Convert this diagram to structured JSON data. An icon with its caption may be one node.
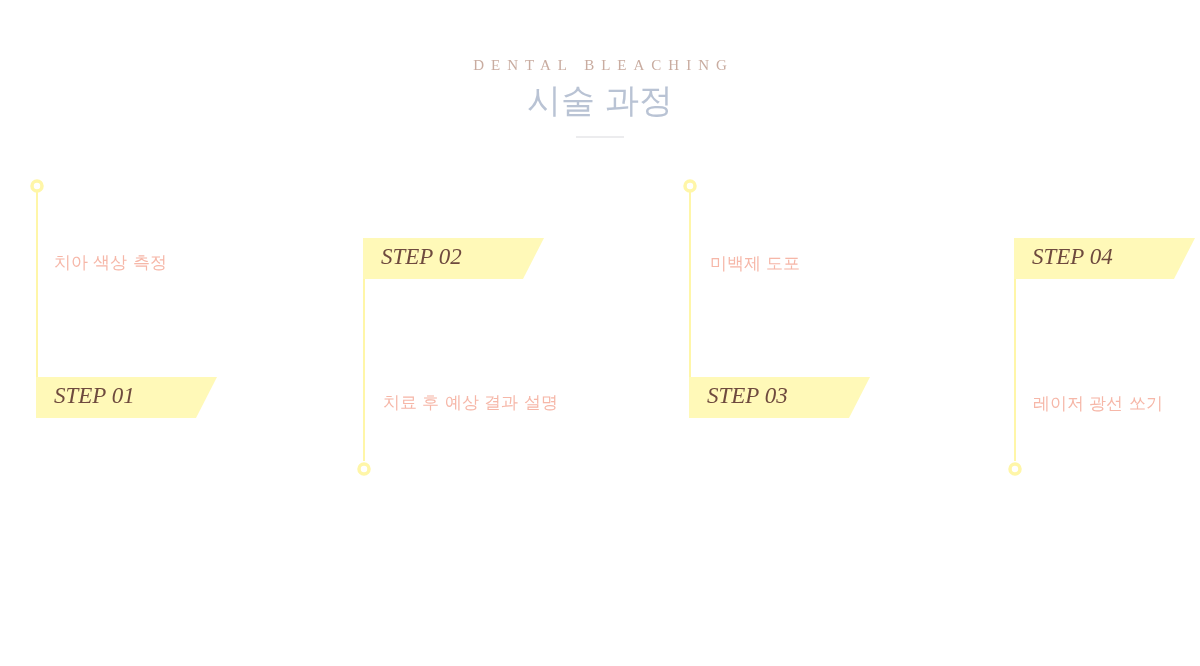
{
  "diagram": {
    "title": "시술 과정",
    "labels": [
      "DENTAL BLEACHING",
      "치아 색상 측정",
      "치료 후 예상 결과 설명",
      "미백제 도포",
      "레이저 광선 쏘기"
    ],
    "nodes": [
      {
        "text": [],
        "shape": "circle"
      },
      {
        "text": [
          "STEP 01"
        ]
      },
      {
        "text": [
          "STEP 02"
        ]
      },
      {
        "text": [],
        "shape": "circle"
      },
      {
        "text": [],
        "shape": "circle"
      },
      {
        "text": [
          "STEP 03"
        ]
      },
      {
        "text": [
          "STEP 04"
        ]
      },
      {
        "text": [],
        "shape": "circle"
      }
    ],
    "edges": [
      {
        "from": 0,
        "to": 1,
        "arrow": "none"
      },
      {
        "from": 2,
        "to": 3,
        "arrow": "none"
      },
      {
        "from": 4,
        "to": 5,
        "arrow": "none"
      },
      {
        "from": 6,
        "to": 7,
        "arrow": "none"
      }
    ]
  }
}
